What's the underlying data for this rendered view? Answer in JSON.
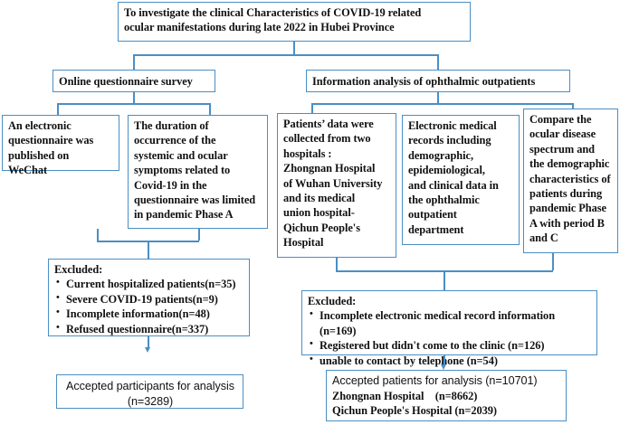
{
  "meta": {
    "figure_type": "flowchart",
    "border_color": "#4a8fc4",
    "text_color": "#111111",
    "background": "#ffffff"
  },
  "nodes": {
    "aim": {
      "line1": "To investigate the clinical Characteristics of COVID-19 related",
      "line2": "ocular manifestations during late 2022 in Hubei Province"
    },
    "branch_left": {
      "label": "Online questionnaire survey"
    },
    "branch_right": {
      "label": "Information analysis of ophthalmic outpatients"
    },
    "left_a": {
      "line1": "An electronic",
      "line2": "questionnaire was",
      "line3": "published on",
      "line4": "WeChat"
    },
    "left_b": {
      "line1": "The duration of",
      "line2": "occurrence of the",
      "line3": "systemic and ocular",
      "line4": "symptoms related to",
      "line5": "Covid-19 in the",
      "line6": "questionnaire was limited",
      "line7": "in pandemic Phase A"
    },
    "right_a": {
      "line1": "Patients’ data were",
      "line2": "collected from two",
      "line3": "hospitals :",
      "line4": "Zhongnan Hospital",
      "line5": "of Wuhan University",
      "line6": "and its medical",
      "line7": "union hospital-",
      "line8": "Qichun People's",
      "line9": "Hospital"
    },
    "right_b": {
      "line1": "Electronic medical",
      "line2": "records including",
      "line3": "demographic,",
      "line4": "epidemiological,",
      "line5": "and clinical data in",
      "line6": "the ophthalmic",
      "line7": "outpatient",
      "line8": "department"
    },
    "right_c": {
      "line1": "Compare the",
      "line2": "ocular disease",
      "line3": "spectrum and",
      "line4": "the demographic",
      "line5": "characteristics of",
      "line6": "patients during",
      "line7": "pandemic Phase",
      "line8": "A with period B",
      "line9": "and C"
    },
    "excluded_left": {
      "header": "Excluded:",
      "items": [
        "Current hospitalized patients(n=35)",
        "Severe COVID-19 patients(n=9)",
        "Incomplete information(n=48)",
        "Refused questionnaire(n=337)"
      ]
    },
    "excluded_right": {
      "header": "Excluded:",
      "items": [
        "Incomplete electronic medical record information (n=169)",
        "Registered but didn't come to the clinic (n=126)",
        "unable to contact by telephone (n=54)"
      ]
    },
    "accepted_left": {
      "line1": "Accepted participants for analysis",
      "line2": "(n=3289)"
    },
    "accepted_right": {
      "line1": "Accepted patients for analysis (n=10701)",
      "line2": "Zhongnan Hospital (n=8662)",
      "line3": "Qichun People's Hospital (n=2039)"
    }
  }
}
